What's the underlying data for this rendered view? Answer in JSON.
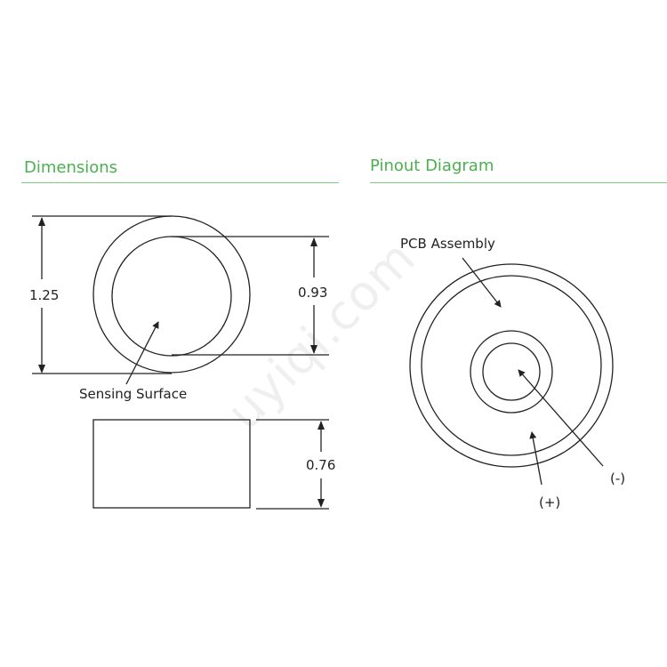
{
  "dimensions": {
    "title": "Dimensions",
    "outer_diameter_label": "1.25",
    "inner_diameter_label": "0.93",
    "height_label": "0.76",
    "sensing_surface_label": "Sensing Surface"
  },
  "pinout": {
    "title": "Pinout Diagram",
    "pcb_assembly_label": "PCB Assembly",
    "negative_label": "(-)",
    "positive_label": "(+)"
  },
  "watermark": "uyiqi.com",
  "colors": {
    "heading_green": "#4caf50",
    "rule_green": "#7ccf7c",
    "line": "#222222"
  }
}
